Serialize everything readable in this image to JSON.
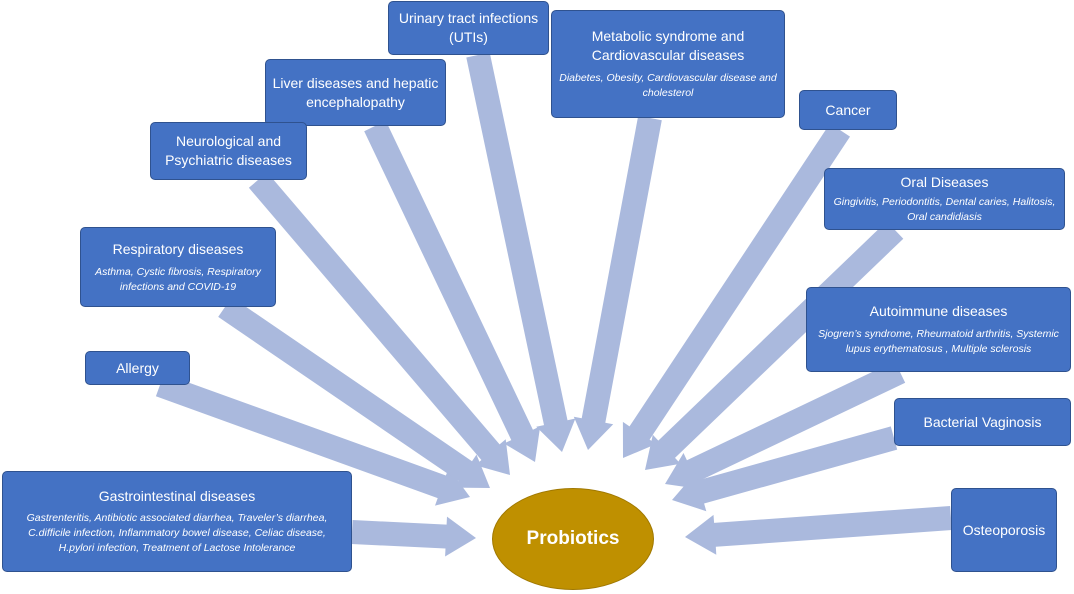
{
  "center": {
    "label": "Probiotics"
  },
  "colors": {
    "box_fill": "#4472c4",
    "arrow_fill": "#aab9dd",
    "center_fill": "#bf9000"
  },
  "boxes": [
    {
      "id": "uti",
      "title": "Urinary tract infections (UTIs)",
      "sub": ""
    },
    {
      "id": "metabolic",
      "title": "Metabolic syndrome and Cardiovascular diseases",
      "sub": "Diabetes, Obesity, Cardiovascular disease and cholesterol"
    },
    {
      "id": "liver",
      "title": "Liver diseases and hepatic encephalopathy",
      "sub": ""
    },
    {
      "id": "cancer",
      "title": "Cancer",
      "sub": ""
    },
    {
      "id": "neuro",
      "title": "Neurological and Psychiatric diseases",
      "sub": ""
    },
    {
      "id": "oral",
      "title": "Oral Diseases",
      "sub": "Gingivitis, Periodontitis, Dental caries, Halitosis, Oral candidiasis"
    },
    {
      "id": "respiratory",
      "title": "Respiratory diseases",
      "sub": "Asthma, Cystic fibrosis, Respiratory infections and COVID-19"
    },
    {
      "id": "autoimmune",
      "title": "Autoimmune diseases",
      "sub": "Sjogren’s syndrome, Rheumatoid arthritis, Systemic lupus erythematosus , Multiple sclerosis"
    },
    {
      "id": "allergy",
      "title": "Allergy",
      "sub": ""
    },
    {
      "id": "vaginosis",
      "title": "Bacterial Vaginosis",
      "sub": ""
    },
    {
      "id": "gi",
      "title": "Gastrointestinal diseases",
      "sub": "Gastrenteritis, Antibiotic associated diarrhea, Traveler’s diarrhea, C.difficile infection, Inflammatory bowel disease, Celiac disease, H.pylori infection, Treatment of Lactose Intolerance"
    },
    {
      "id": "osteo",
      "title": "Osteoporosis",
      "sub": ""
    }
  ]
}
